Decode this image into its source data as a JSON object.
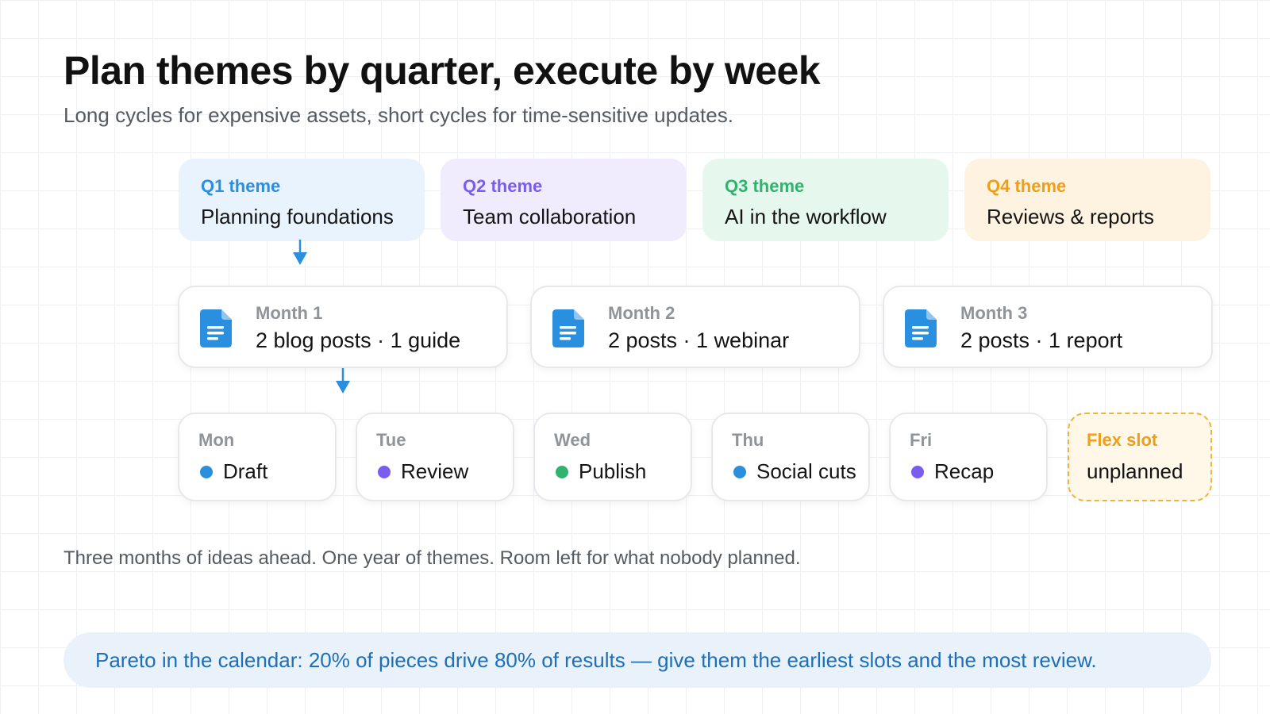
{
  "title": "Plan themes by quarter, execute by week",
  "subtitle": "Long cycles for expensive assets, short cycles for time-sensitive updates.",
  "quarters": [
    {
      "label": "Q1 theme",
      "name": "Planning foundations",
      "accent": "#2b8fe0",
      "bg": "#e9f3fd"
    },
    {
      "label": "Q2 theme",
      "name": "Team collaboration",
      "accent": "#7b5cf0",
      "bg": "#f0ecfd"
    },
    {
      "label": "Q3 theme",
      "name": "AI in the workflow",
      "accent": "#2fb36f",
      "bg": "#e6f7ed"
    },
    {
      "label": "Q4 theme",
      "name": "Reviews & reports",
      "accent": "#ee9f1a",
      "bg": "#fef3e0"
    }
  ],
  "months": [
    {
      "label": "Month 1",
      "items": "2 blog posts · 1 guide",
      "icon": "document-icon"
    },
    {
      "label": "Month 2",
      "items": "2 posts · 1 webinar",
      "icon": "document-icon"
    },
    {
      "label": "Month 3",
      "items": "2 posts · 1 report",
      "icon": "document-icon"
    }
  ],
  "days": [
    {
      "day": "Mon",
      "task": "Draft",
      "dot_color": "#2b8fe0"
    },
    {
      "day": "Tue",
      "task": "Review",
      "dot_color": "#7b5cf0"
    },
    {
      "day": "Wed",
      "task": "Publish",
      "dot_color": "#2fb36f"
    },
    {
      "day": "Thu",
      "task": "Social cuts",
      "dot_color": "#2b8fe0"
    },
    {
      "day": "Fri",
      "task": "Recap",
      "dot_color": "#7b5cf0"
    }
  ],
  "flex_slot": {
    "label": "Flex slot",
    "text": "unplanned",
    "accent": "#ee9f1a"
  },
  "footnote": "Three months of ideas ahead. One year of themes. Room left for what nobody planned.",
  "banner": "Pareto in the calendar: 20% of pieces drive 80% of results — give them the earliest slots and the most review.",
  "colors": {
    "arrow": "#2b8fe0",
    "doc_icon": "#2b8fe0",
    "banner_text": "#1e6fb7",
    "banner_bg": "#e9f2fb"
  }
}
